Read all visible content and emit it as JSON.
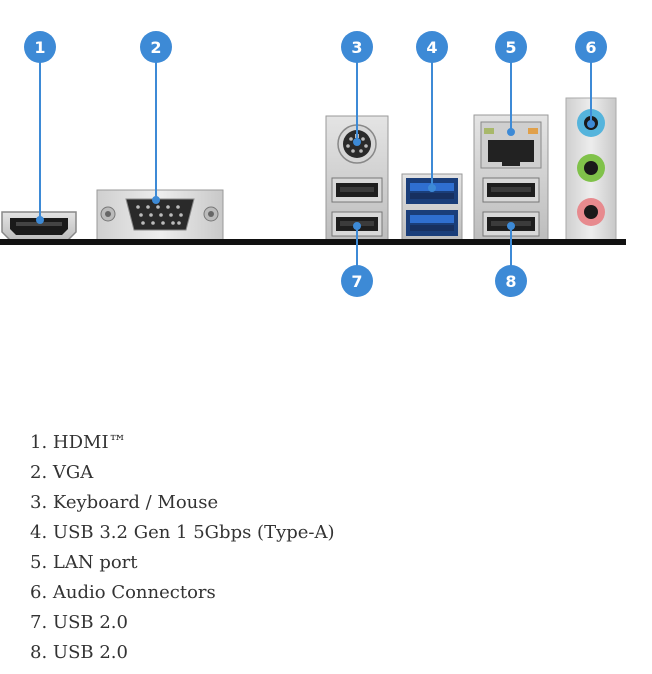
{
  "colors": {
    "callout": "#3d8ad6",
    "baseline": "#111111",
    "usb3": "#2f6fd0",
    "audio_blue": "#55b4dc",
    "audio_green": "#80c24a",
    "audio_pink": "#e78a8e"
  },
  "callouts": [
    "1",
    "2",
    "3",
    "4",
    "5",
    "6",
    "7",
    "8"
  ],
  "legend": [
    "1. HDMI™",
    "2. VGA",
    "3. Keyboard / Mouse",
    "4. USB 3.2 Gen 1 5Gbps (Type-A)",
    "5. LAN port",
    "6. Audio Connectors",
    "7. USB 2.0",
    "8. USB 2.0"
  ]
}
